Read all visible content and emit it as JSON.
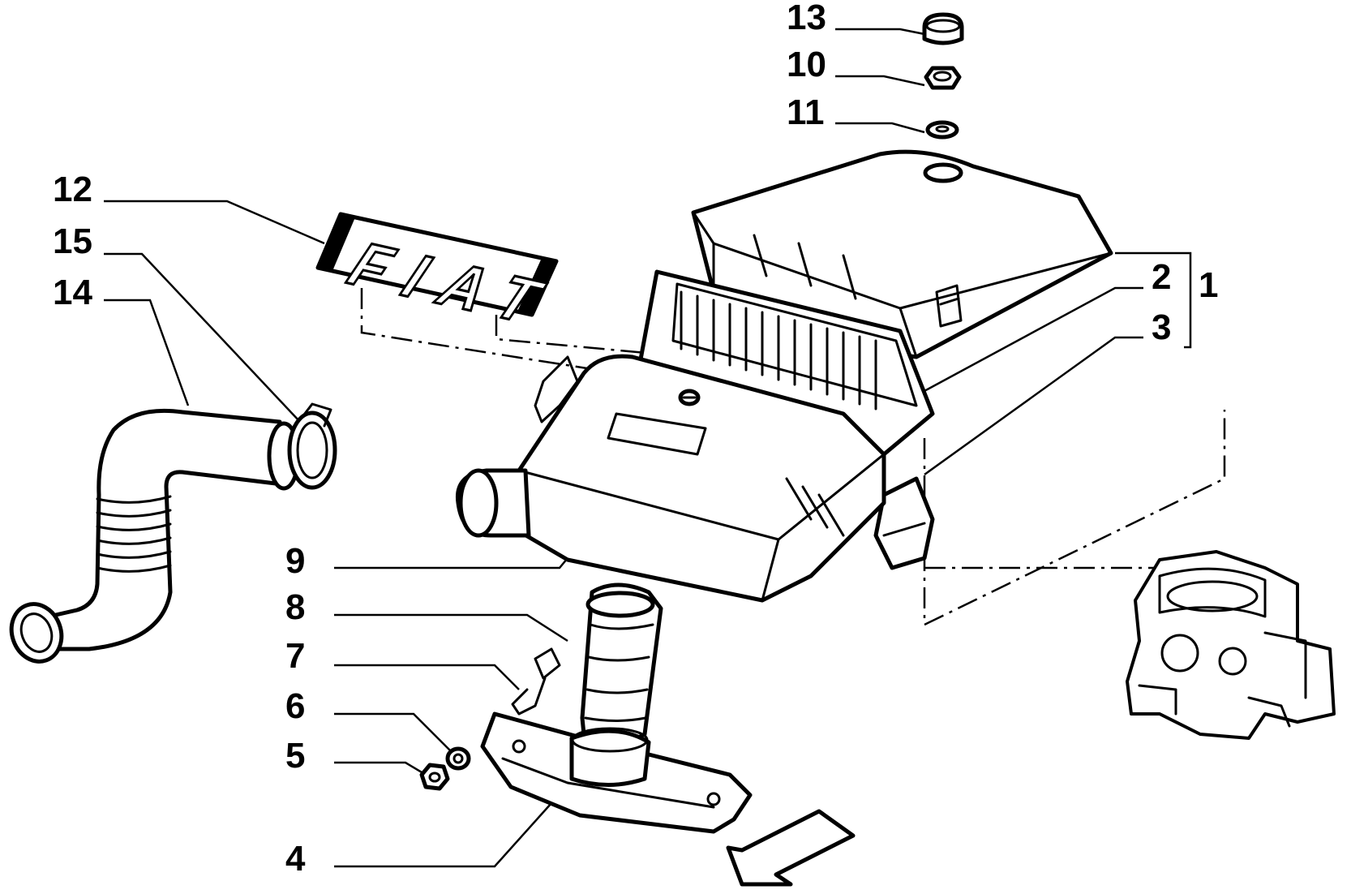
{
  "diagram": {
    "callouts": [
      {
        "id": "c13",
        "label": "13",
        "part": "cap"
      },
      {
        "id": "c10",
        "label": "10",
        "part": "nut"
      },
      {
        "id": "c11",
        "label": "11",
        "part": "washer"
      },
      {
        "id": "c12",
        "label": "12",
        "part": "decal"
      },
      {
        "id": "c15",
        "label": "15",
        "part": "hose-clamp"
      },
      {
        "id": "c14",
        "label": "14",
        "part": "intake-hose"
      },
      {
        "id": "c2",
        "label": "2",
        "part": "filter-element"
      },
      {
        "id": "c1",
        "label": "1",
        "part": "air-filter-assembly"
      },
      {
        "id": "c3",
        "label": "3",
        "part": "valve-flap"
      },
      {
        "id": "c9",
        "label": "9",
        "part": "screw"
      },
      {
        "id": "c8",
        "label": "8",
        "part": "connector-hose"
      },
      {
        "id": "c7",
        "label": "7",
        "part": "clip"
      },
      {
        "id": "c6",
        "label": "6",
        "part": "washer"
      },
      {
        "id": "c5",
        "label": "5",
        "part": "nut"
      },
      {
        "id": "c4",
        "label": "4",
        "part": "base-plate"
      }
    ],
    "decal_text": "FIAT"
  }
}
